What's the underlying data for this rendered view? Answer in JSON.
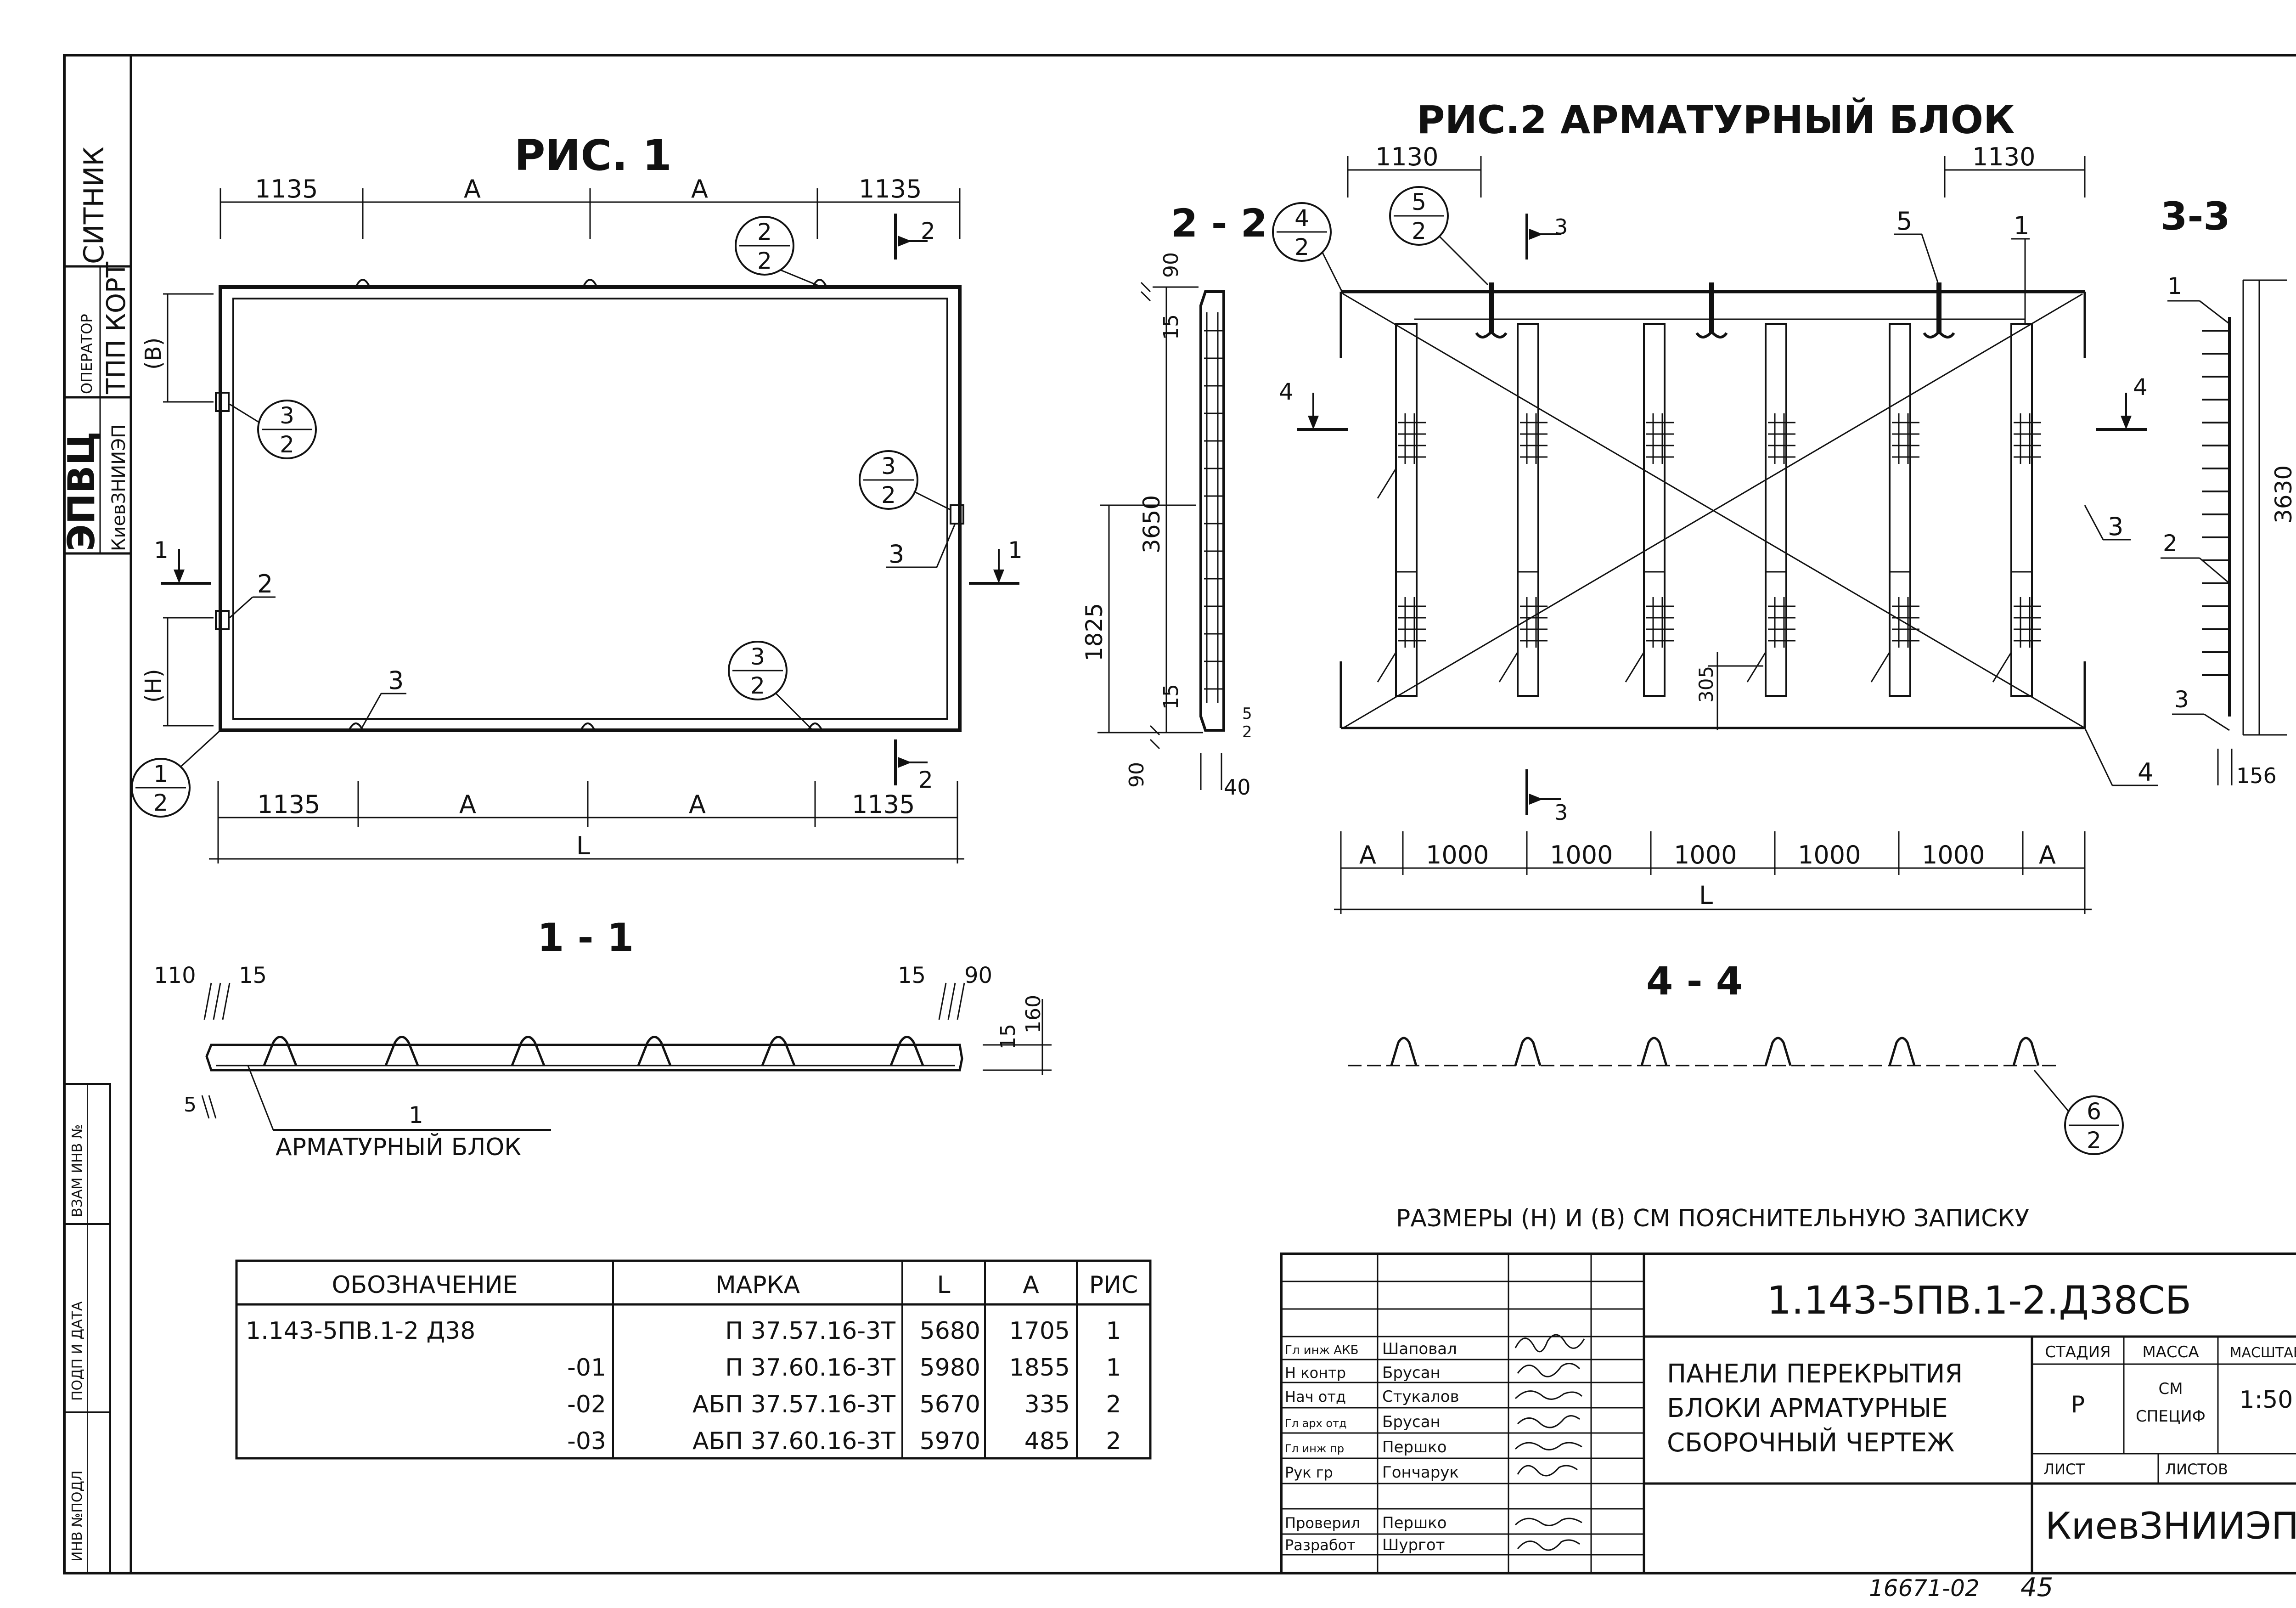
{
  "side_stamp": {
    "org": "ЭПВЦ",
    "org_sub": "КиевЗНИИЭП",
    "operator_label": "ОПЕРАТОР",
    "operator_value": "ТПП КОРТ",
    "name": "СИТНИК"
  },
  "side_columns": {
    "inv_replace": "ВЗАМ ИНВ №",
    "sign_date": "ПОДП И ДАТА",
    "inv_orig": "ИНВ №ПОДЛ"
  },
  "fig1": {
    "title": "РИС. 1",
    "dim_1135": "1135",
    "dim_A": "А",
    "dim_L": "L",
    "dim_B": "(В)",
    "dim_H": "(Н)",
    "callout_den": "2",
    "callout_2": "2",
    "callout_3": "3",
    "callout_1": "1",
    "label_2": "2",
    "label_3": "3",
    "sec_1": "1",
    "sec_2": "2"
  },
  "sec22": {
    "title": "2 - 2",
    "d90": "90",
    "d15": "15",
    "d3650": "3650",
    "d1825": "1825",
    "d5": "5",
    "d2": "2",
    "d40": "40"
  },
  "fig2": {
    "title": "РИС.2 АРМАТУРНЫЙ БЛОК",
    "dim_1130": "1130",
    "dim_1000": "1000",
    "dim_A": "А",
    "dim_L": "L",
    "dim_305": "305",
    "callout_4": "4",
    "callout_5": "5",
    "callout_den": "2",
    "lbl_1": "1",
    "lbl_3": "3",
    "lbl_4": "4",
    "lbl_5": "5",
    "sec_3": "3",
    "sec_4": "4"
  },
  "sec33": {
    "title": "3-3",
    "d3630": "3630",
    "d156": "156",
    "lbl_1": "1",
    "lbl_2": "2",
    "lbl_3": "3"
  },
  "sec11": {
    "title": "1 - 1",
    "d110": "110",
    "d15": "15",
    "d90": "90",
    "d160": "160",
    "d5": "5",
    "lbl_1": "1",
    "lbl_block": "АРМАТУРНЫЙ БЛОК"
  },
  "sec44": {
    "title": "4 - 4",
    "callout_6": "6",
    "callout_den": "2"
  },
  "note": "РАЗМЕРЫ (Н) И (В) СМ ПОЯСНИТЕЛЬНУЮ ЗАПИСКУ",
  "spec_table": {
    "headers": [
      "ОБОЗНАЧЕНИЕ",
      "МАРКА",
      "L",
      "А",
      "РИС"
    ],
    "rows": [
      [
        "1.143-5ПВ.1-2 Д38",
        "П 37.57.16-3Т",
        "5680",
        "1705",
        "1"
      ],
      [
        "-01",
        "П 37.60.16-3Т",
        "5980",
        "1855",
        "1"
      ],
      [
        "-02",
        "АБП 37.57.16-3Т",
        "5670",
        "335",
        "2"
      ],
      [
        "-03",
        "АБП 37.60.16-3Т",
        "5970",
        "485",
        "2"
      ]
    ]
  },
  "title_block": {
    "doc_code": "1.143-5ПВ.1-2.Д38СБ",
    "title_line1": "ПАНЕЛИ ПЕРЕКРЫТИЯ",
    "title_line2": "БЛОКИ АРМАТУРНЫЕ",
    "title_line3": "СБОРОЧНЫЙ ЧЕРТЕЖ",
    "stage_label": "СТАДИЯ",
    "mass_label": "МАССА",
    "scale_label": "МАСШТАБ",
    "stage_value": "Р",
    "mass_value_1": "СМ",
    "mass_value_2": "СПЕЦИФ",
    "scale_value": "1:50",
    "sheet_label": "ЛИСТ",
    "sheets_label": "ЛИСТОВ",
    "org": "КиевЗНИИЭП",
    "roles": [
      {
        "role": "Гл инж АКБ",
        "name": "Шаповал"
      },
      {
        "role": "Н контр",
        "name": "Брусан"
      },
      {
        "role": "Нач отд",
        "name": "Стукалов"
      },
      {
        "role": "Гл арх отд",
        "name": "Брусан"
      },
      {
        "role": "Гл инж пр",
        "name": "Першко"
      },
      {
        "role": "Рук гр",
        "name": "Гончарук"
      },
      {
        "role": "Проверил",
        "name": "Першко"
      },
      {
        "role": "Разработ",
        "name": "Шургот"
      }
    ]
  },
  "footer": {
    "archive": "16671-02",
    "page": "45"
  }
}
